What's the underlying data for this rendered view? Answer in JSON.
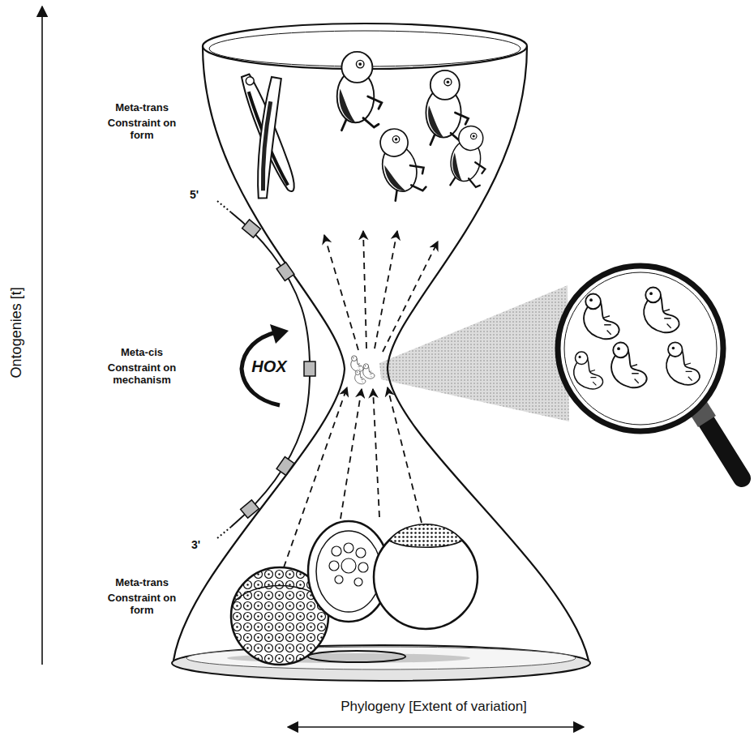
{
  "diagram": {
    "labels": [
      "Meta-trans",
      "Constraint on form",
      "5'",
      "Meta-cis",
      "Constraint on mechanism",
      "HOX",
      "3'",
      "Meta-trans",
      "Constraint on form",
      "Ontogenies [t]",
      "Phylogeny [Extent of variation]"
    ]
  }
}
